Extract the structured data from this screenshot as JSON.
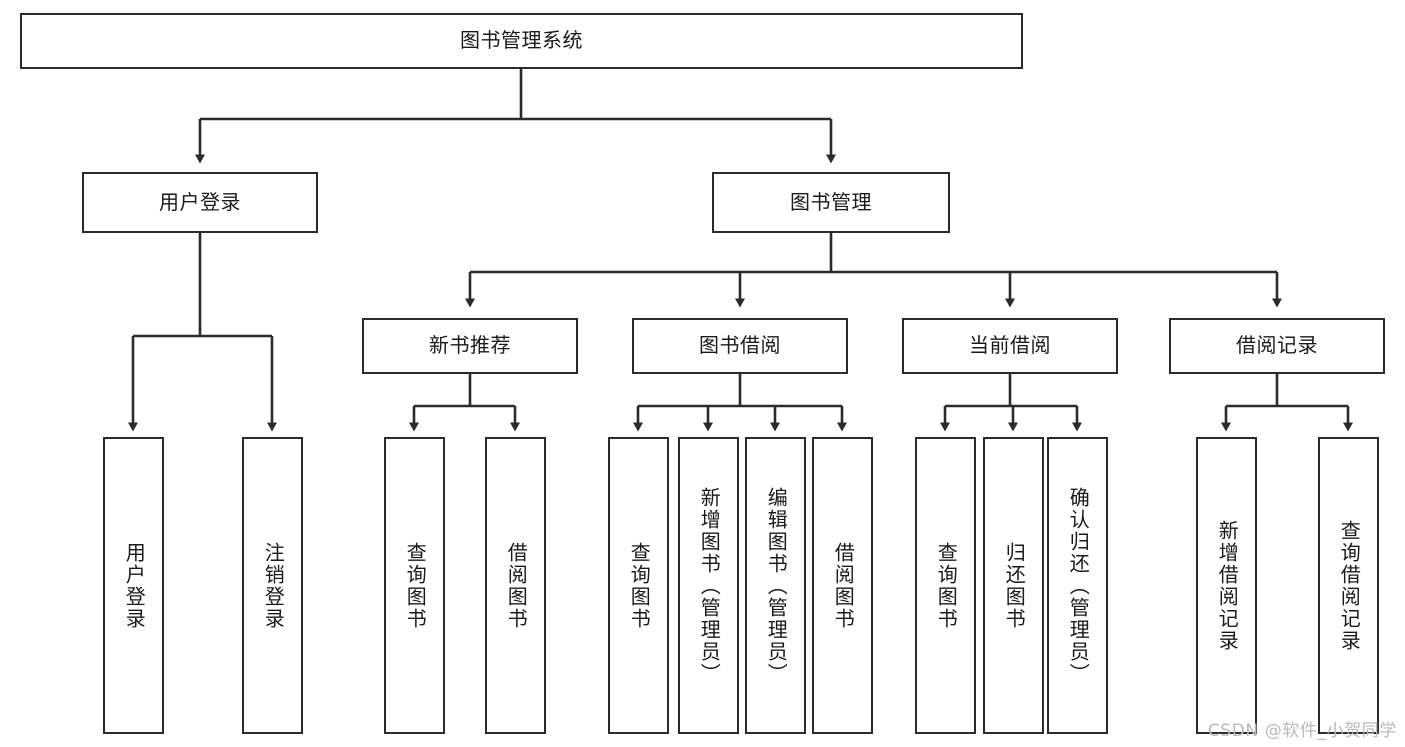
{
  "diagram": {
    "title": "图书管理系统",
    "watermark": "CSDN @软件_小贺同学",
    "colors": {
      "box_border": "#2b2b2b",
      "box_fill": "#ffffff",
      "connector": "#2b2b2b",
      "text": "#1a1a1a",
      "watermark": "#b9b9b9",
      "background": "#ffffff"
    },
    "root": {
      "label": "图书管理系统"
    },
    "level2": [
      {
        "label": "用户登录"
      },
      {
        "label": "图书管理"
      }
    ],
    "level3": [
      {
        "label": "新书推荐"
      },
      {
        "label": "图书借阅"
      },
      {
        "label": "当前借阅"
      },
      {
        "label": "借阅记录"
      }
    ],
    "leaves": {
      "user_login": [
        {
          "label": "用户登录"
        },
        {
          "label": "注销登录"
        }
      ],
      "new_book_recommend": [
        {
          "label": "查询图书"
        },
        {
          "label": "借阅图书"
        }
      ],
      "book_borrow": [
        {
          "label": "查询图书"
        },
        {
          "label": "新增图书（管理员）"
        },
        {
          "label": "编辑图书（管理员）"
        },
        {
          "label": "借阅图书"
        }
      ],
      "current_borrow": [
        {
          "label": "查询图书"
        },
        {
          "label": "归还图书"
        },
        {
          "label": "确认归还（管理员）"
        }
      ],
      "borrow_record": [
        {
          "label": "新增借阅记录"
        },
        {
          "label": "查询借阅记录"
        }
      ]
    }
  }
}
